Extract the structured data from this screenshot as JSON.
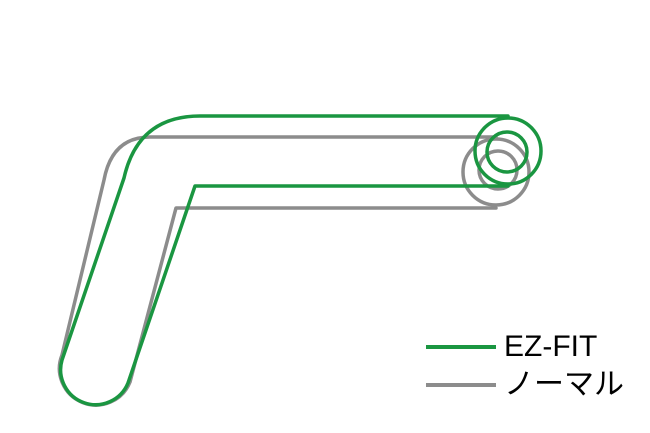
{
  "colors": {
    "ez_fit": "#1a9641",
    "normal": "#8c8c8c",
    "background": "#ffffff"
  },
  "legend": {
    "items": [
      {
        "key": "ez_fit",
        "label": "EZ-FIT"
      },
      {
        "key": "normal",
        "label": "ノーマル"
      }
    ]
  }
}
